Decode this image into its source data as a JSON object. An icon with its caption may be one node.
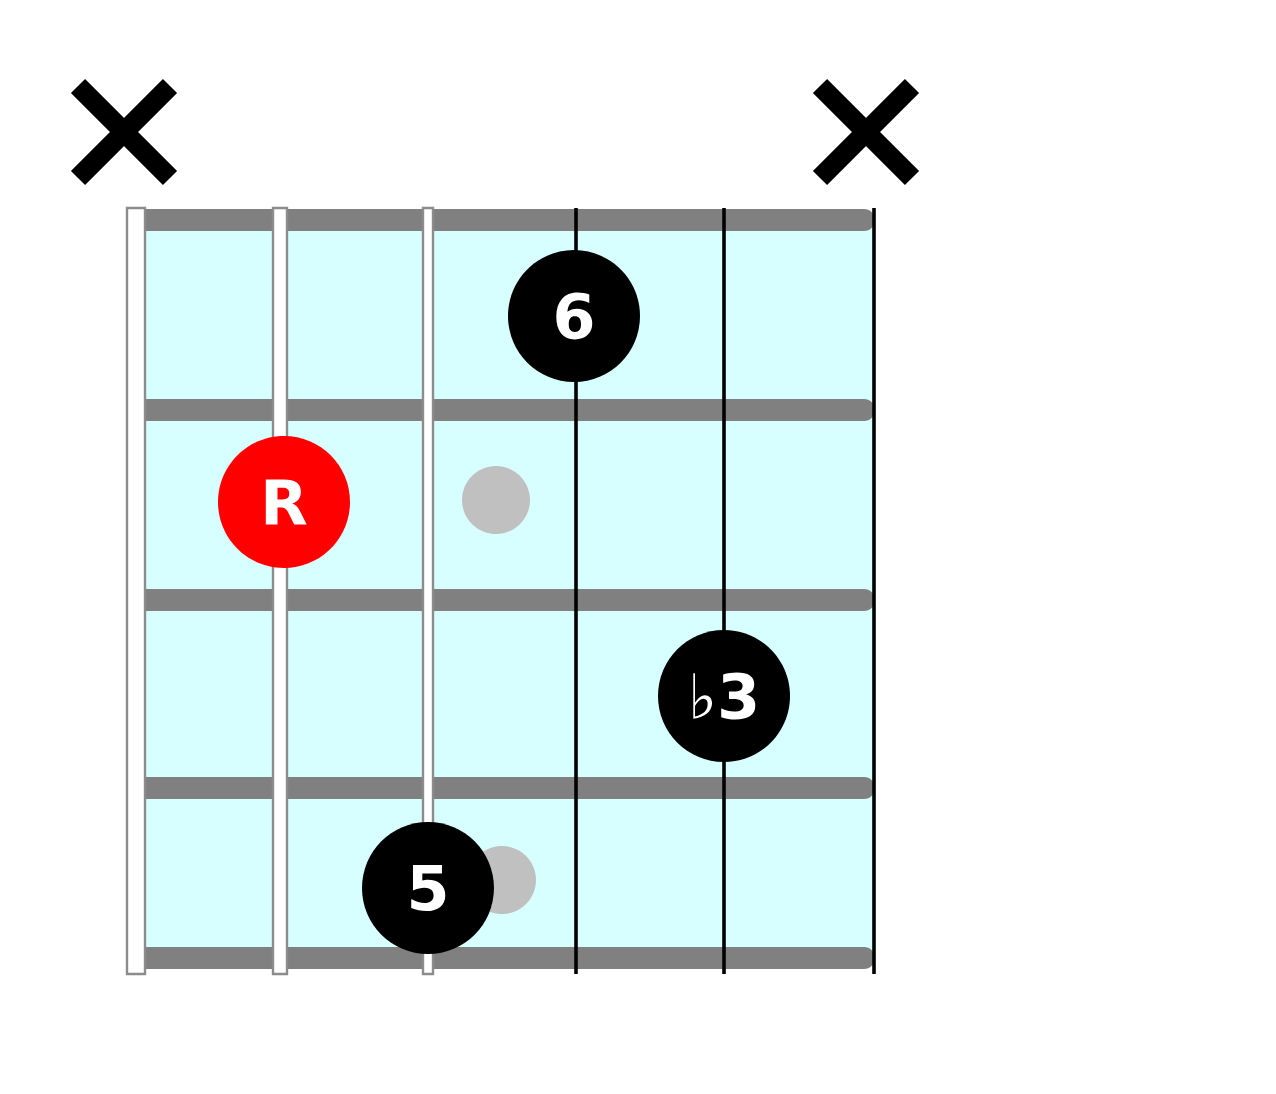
{
  "diagram": {
    "nodes": [
      {
        "text": [
          "6"
        ]
      },
      {
        "text": [
          "R"
        ]
      },
      {
        "text": [],
        "shape": "circle"
      },
      {
        "text": [
          "♭3"
        ]
      },
      {
        "text": [
          "5"
        ]
      },
      {
        "text": [],
        "shape": "circle"
      }
    ]
  }
}
